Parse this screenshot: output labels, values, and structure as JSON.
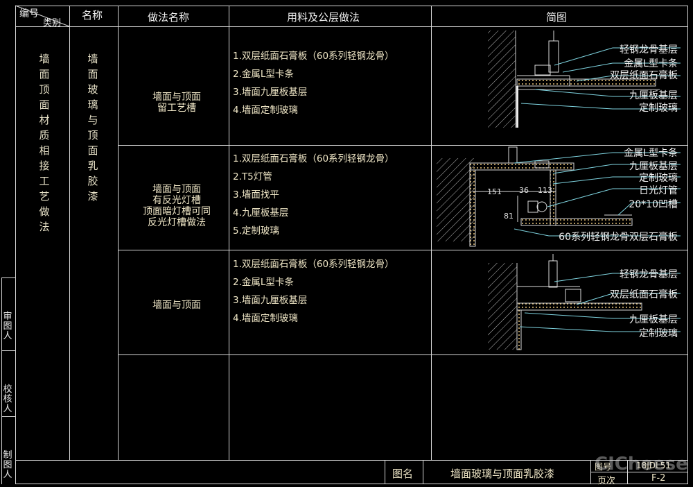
{
  "header": {
    "code": "编号",
    "category": "类别",
    "name": "名称",
    "method_name": "做法名称",
    "materials": "用料及公层做法",
    "sketch": "简图"
  },
  "category_text": "墙面顶面材质相接工艺做法",
  "name_text": "墙面玻璃与顶面乳胶漆",
  "rows": [
    {
      "method": "墙面与顶面\n留工艺槽",
      "materials": [
        "1.双层纸面石膏板（60系列轻钢龙骨）",
        "2.金属L型卡条",
        "3.墙面九厘板基层",
        "4.墙面定制玻璃"
      ],
      "labels": [
        "轻钢龙骨基层",
        "金属L型卡条",
        "双层纸面石膏板",
        "九厘板基层",
        "定制玻璃"
      ]
    },
    {
      "method": "墙面与顶面\n有反光灯槽\n顶面暗灯槽可同\n反光灯槽做法",
      "materials": [
        "1.双层纸面石膏板（60系列轻钢龙骨）",
        "2.T5灯管",
        "3.墙面找平",
        "4.九厘板基层",
        "5.定制玻璃"
      ],
      "labels": [
        "金属L型卡条",
        "九厘板基层",
        "定制玻璃",
        "日光灯管",
        "20*10凹槽",
        "60系列轻钢龙骨双层石膏板"
      ],
      "dims": [
        "151",
        "36",
        "113",
        "81"
      ]
    },
    {
      "method": "墙面与顶面",
      "materials": [
        "1.双层纸面石膏板（60系列轻钢龙骨）",
        "2.金属L型卡条",
        "3.墙面九厘板基层",
        "4.墙面定制玻璃"
      ],
      "labels": [
        "轻钢龙骨基层",
        "双层纸面石膏板",
        "九厘板基层",
        "定制玻璃"
      ]
    }
  ],
  "sidebar": [
    "审图人",
    "校核人",
    "制图人"
  ],
  "footer": {
    "figure_label": "图名",
    "figure_name": "墙面玻璃与顶面乳胶漆",
    "figure_no_label": "图号",
    "figure_no": "18JDL51",
    "page_label": "页次",
    "page": "F-2"
  },
  "watermark": "CICheese",
  "colors": {
    "background": "#000000",
    "grid": "#d9d9d9",
    "text": "#efe6c6",
    "wall": "#c8c8c8",
    "cyan": "#7fd4e0"
  }
}
